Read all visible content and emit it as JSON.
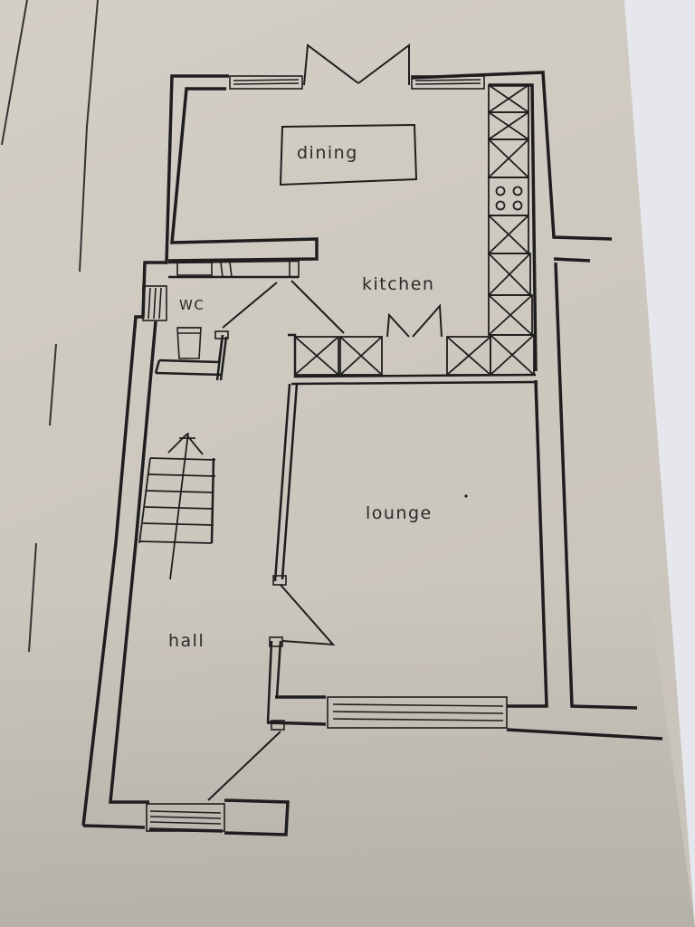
{
  "rooms": {
    "dining": "dining",
    "kitchen": "kitchen",
    "wc": "WC",
    "lounge": "lounge",
    "hall": "hall"
  },
  "colors": {
    "ink": "#1e1e1e",
    "paper": "#cfcac1",
    "background": "#e4e4ea"
  }
}
